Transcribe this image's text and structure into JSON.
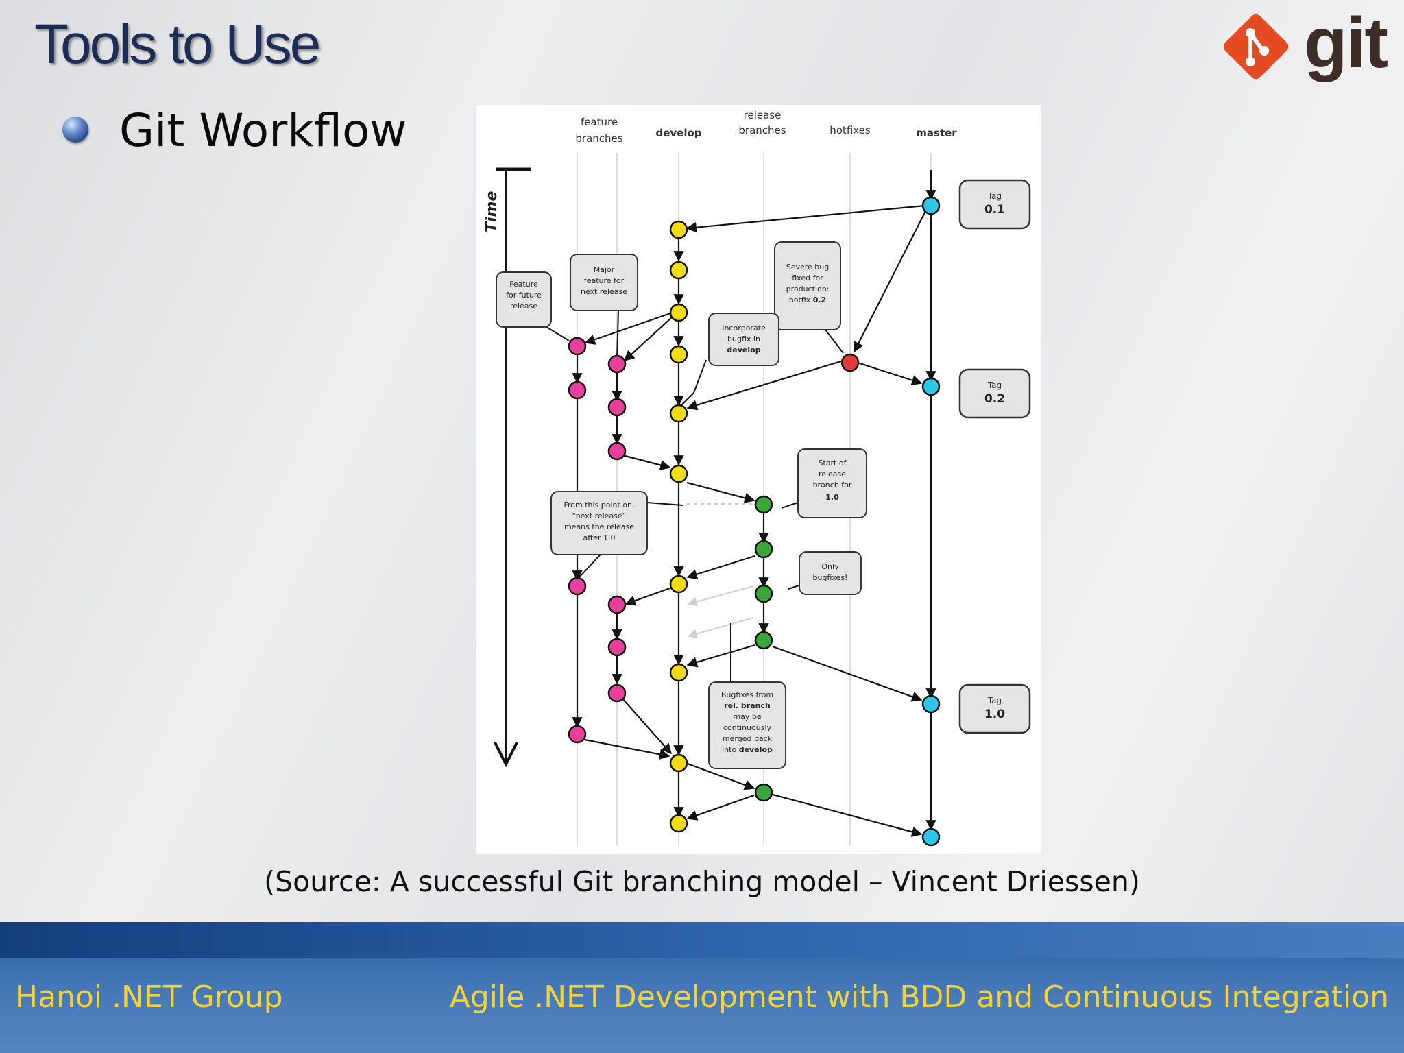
{
  "slide": {
    "title": "Tools to Use",
    "bullet": "Git Workflow",
    "source": "(Source: A successful Git branching model – Vincent Driessen)"
  },
  "logo": {
    "text": "git",
    "icon": "git-diamond-icon",
    "color": "#e44b23"
  },
  "footer": {
    "left": "Hanoi .NET Group",
    "right": "Agile .NET Development with BDD and Continuous Integration"
  },
  "diagram": {
    "lanes": {
      "feature": [
        "feature",
        "branches"
      ],
      "develop": "develop",
      "release": [
        "release",
        "branches"
      ],
      "hotfixes": "hotfixes",
      "master": "master"
    },
    "time_label": "Time",
    "tags": [
      {
        "label": "Tag",
        "version": "0.1"
      },
      {
        "label": "Tag",
        "version": "0.2"
      },
      {
        "label": "Tag",
        "version": "1.0"
      }
    ],
    "notes": {
      "feature_future": [
        "Feature",
        "for future",
        "release"
      ],
      "major_feature": [
        "Major",
        "feature for",
        "next release"
      ],
      "severe_bug": [
        "Severe bug",
        "fixed for",
        "production:",
        "hotfix ",
        "0.2"
      ],
      "incorporate": [
        "Incorporate",
        "bugfix in",
        "develop"
      ],
      "start_release": [
        "Start of",
        "release",
        "branch for",
        "1.0"
      ],
      "from_point": [
        "From this point on,",
        "“next release”",
        "means the release",
        "after 1.0"
      ],
      "only_bugfixes": [
        "Only",
        "bugfixes!"
      ],
      "bugfixes_from": [
        "Bugfixes from",
        "rel. branch",
        "may be",
        "continuously",
        "merged back",
        "into ",
        "develop"
      ]
    },
    "colors": {
      "feature": "#e6409c",
      "develop": "#f2dc16",
      "release": "#3aa63a",
      "hotfix": "#e23b3b",
      "master": "#2ec6e6"
    }
  }
}
